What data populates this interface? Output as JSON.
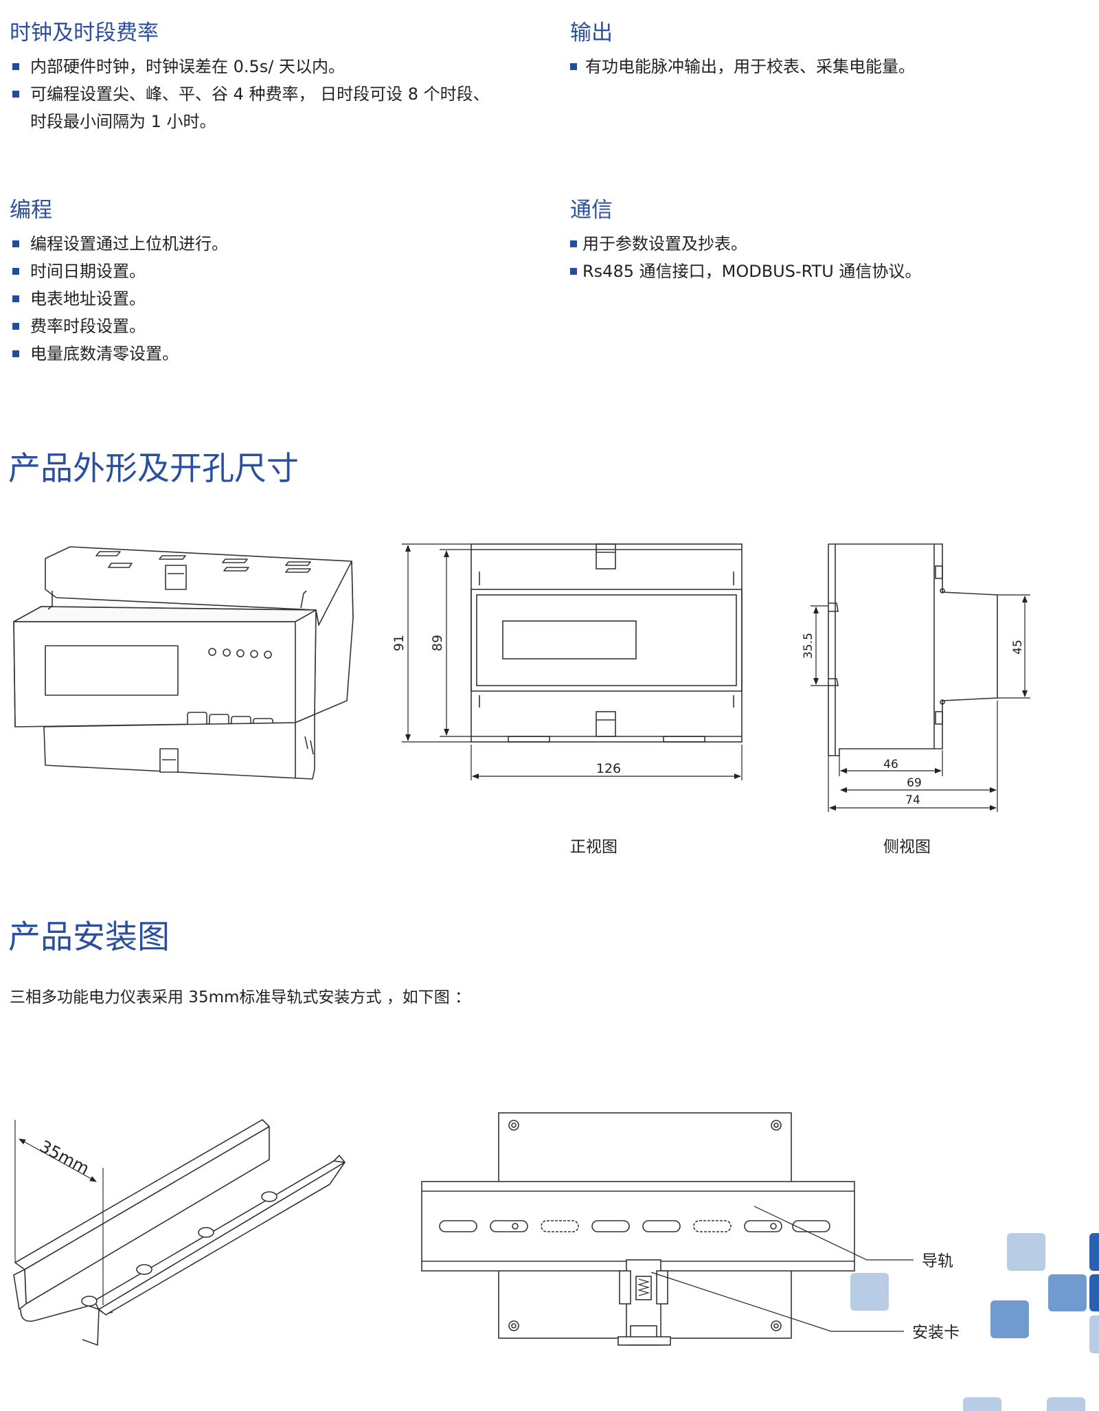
{
  "sections": {
    "clock": {
      "title": "时钟及时段费率",
      "items": [
        "内部硬件时钟，时钟误差在 0.5s/ 天以内。",
        "可编程设置尖、峰、平、谷 4 种费率， 日时段可设 8 个时段、",
        "时段最小间隔为 1 小时。"
      ]
    },
    "output": {
      "title": "输出",
      "items": [
        "有功电能脉冲输出，用于校表、采集电能量。"
      ]
    },
    "programming": {
      "title": "编程",
      "items": [
        "编程设置通过上位机进行。",
        "时间日期设置。",
        "电表地址设置。",
        "费率时段设置。",
        "电量底数清零设置。"
      ]
    },
    "comm": {
      "title": "通信",
      "items": [
        "用于参数设置及抄表。",
        "Rs485 通信接口，MODBUS-RTU  通信协议。"
      ]
    }
  },
  "dimensions": {
    "title": "产品外形及开孔尺寸",
    "front_label": "正视图",
    "side_label": "侧视图",
    "front": {
      "height_outer": "91",
      "height_inner": "89",
      "width": "126"
    },
    "side": {
      "rail": "35.5",
      "depth_a": "46",
      "depth_b": "69",
      "depth_c": "74",
      "height": "45"
    }
  },
  "install": {
    "title": "产品安装图",
    "intro": "三相多功能电力仪表采用 35mm标准导轨式安装方式 ，如下图 ：",
    "rail_width": "35mm",
    "callout_rail": "导轨",
    "callout_clip": "安装卡"
  },
  "colors": {
    "heading": "#2a4f9c",
    "bullet": "#1d4f9c",
    "deco_light": "#b8cce6",
    "deco_dark": "#6f9bd0"
  }
}
